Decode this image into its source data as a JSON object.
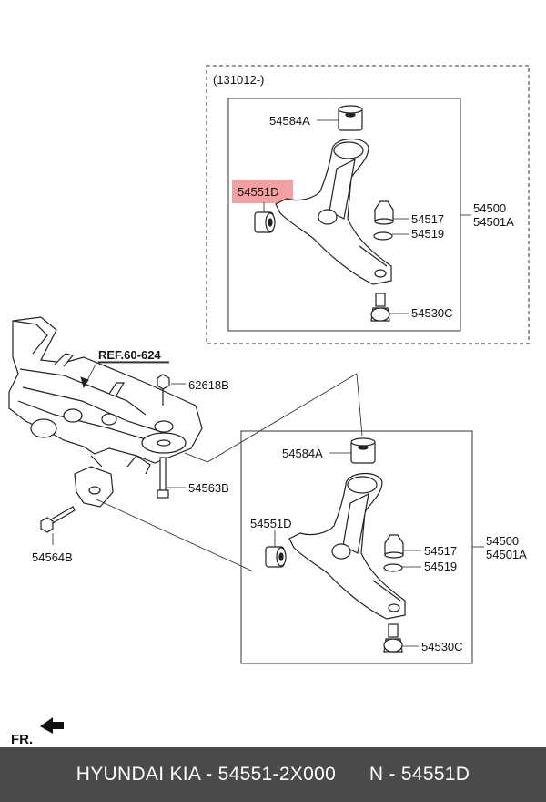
{
  "inset": {
    "date_code": "(131012-)"
  },
  "upper": {
    "bushing_upper": "54584A",
    "bushing_front": "54551D",
    "cap": "54517",
    "snap_ring": "54519",
    "ball_joint": "54530C",
    "arm_lh": "54500",
    "arm_rh": "54501A"
  },
  "lower": {
    "bushing_upper": "54584A",
    "bushing_front": "54551D",
    "cap": "54517",
    "snap_ring": "54519",
    "ball_joint": "54530C",
    "arm_lh": "54500",
    "arm_rh": "54501A"
  },
  "subframe": {
    "ref": "REF.60-624",
    "nut": "62618B",
    "bolt_vertical": "54563B",
    "bolt_horizontal": "54564B"
  },
  "front_indicator": "FR.",
  "highlight_color": "#f4a0a0",
  "footer": {
    "brand": "HYUNDAI KIA - 54551-2X000",
    "code": "N - 54551D"
  }
}
